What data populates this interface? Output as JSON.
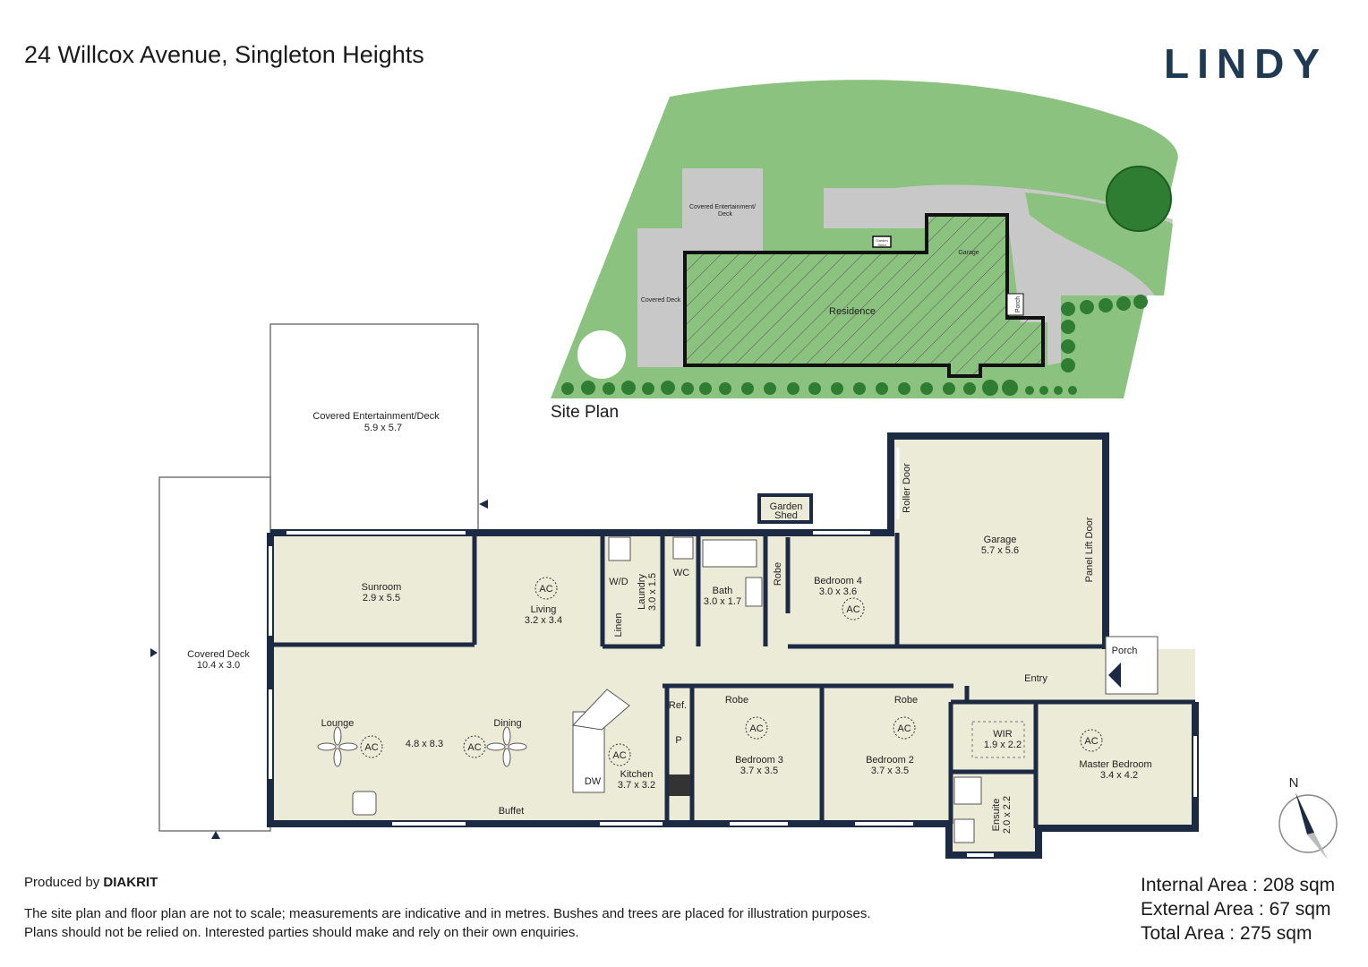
{
  "header": {
    "title": "24 Willcox Avenue, Singleton Heights",
    "brand": "LINDY"
  },
  "site_plan": {
    "label": "Site Plan",
    "labels": {
      "covered_ent": "Covered Entertainment/",
      "covered_ent2": "Deck",
      "covered_deck": "Covered Deck",
      "residence": "Residence",
      "garage": "Garage",
      "porch": "Porch",
      "garden_shed": "Garden",
      "garden_shed2": "Shed"
    }
  },
  "rooms": {
    "covered_ent": {
      "name": "Covered Entertainment/Deck",
      "size": "5.9 x 5.7"
    },
    "covered_deck": {
      "name": "Covered Deck",
      "size": "10.4 x 3.0"
    },
    "sunroom": {
      "name": "Sunroom",
      "size": "2.9 x 5.5"
    },
    "living": {
      "name": "Living",
      "size": "3.2 x 3.4"
    },
    "lounge": {
      "name": "Lounge"
    },
    "dining": {
      "name": "Dining"
    },
    "lounge_dining_size": "4.8 x 8.3",
    "kitchen": {
      "name": "Kitchen",
      "size": "3.7 x 3.2"
    },
    "laundry": {
      "name": "Laundry",
      "size": "3.0 x 1.5"
    },
    "wc": {
      "name": "WC"
    },
    "bath": {
      "name": "Bath",
      "size": "3.0 x 1.7"
    },
    "bedroom4": {
      "name": "Bedroom 4",
      "size": "3.0 x 3.6"
    },
    "garage": {
      "name": "Garage",
      "size": "5.7 x 5.6"
    },
    "bedroom3": {
      "name": "Bedroom 3",
      "size": "3.7 x 3.5"
    },
    "bedroom2": {
      "name": "Bedroom 2",
      "size": "3.7 x 3.5"
    },
    "wir": {
      "name": "WIR",
      "size": "1.9 x 2.2"
    },
    "ensuite": {
      "name": "Ensuite",
      "size": "2.0 x 2.2"
    },
    "master": {
      "name": "Master Bedroom",
      "size": "3.4 x 4.2"
    },
    "entry": {
      "name": "Entry"
    },
    "porch": {
      "name": "Porch"
    },
    "garden_shed": {
      "name": "Garden",
      "name2": "Shed"
    }
  },
  "fixtures": {
    "ac": "AC",
    "wd": "W/D",
    "linen": "Linen",
    "robe": "Robe",
    "ref": "Ref.",
    "pantry": "P",
    "dw": "DW",
    "buffet": "Buffet",
    "roller_door": "Roller Door",
    "panel_lift_door": "Panel Lift Door"
  },
  "compass": {
    "label": "N"
  },
  "footer": {
    "produced_prefix": "Produced by",
    "produced_brand": "DIAKRIT",
    "disclaimer_line1": "The site plan and floor plan are not to scale; measurements are indicative and in metres. Bushes and trees are placed for illustration purposes.",
    "disclaimer_line2": "Plans should not be relied on. Interested parties should make and rely on their own enquiries."
  },
  "areas": {
    "internal": "Internal Area : 208 sqm",
    "external": "External Area : 67 sqm",
    "total": "Total Area : 275 sqm"
  },
  "colors": {
    "room_fill": "#ecebd8",
    "wall": "#1c2a44",
    "lawn": "#8cc27f",
    "paving": "#c8c8c8",
    "brand": "#1f3a52"
  }
}
